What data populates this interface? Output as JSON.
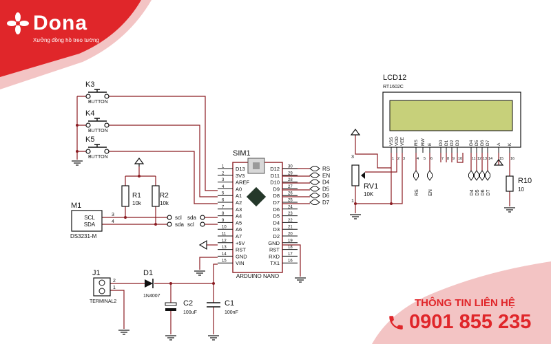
{
  "brand": {
    "name": "Dona",
    "tagline": "Xưởng đồng hồ treo tường",
    "colors": {
      "primary": "#e0262a",
      "accent_pink": "#f3c4c4"
    }
  },
  "contact": {
    "title": "THÔNG TIN LIÊN HỆ",
    "phone": "0901 855 235"
  },
  "colors": {
    "wire": "#8b1c22",
    "component": "#101010",
    "label": "#111111",
    "lcd_screen": "#c7d07a",
    "chip": "#25382a"
  },
  "schematic": {
    "buttons": [
      {
        "ref": "K3",
        "type": "BUTTON"
      },
      {
        "ref": "K4",
        "type": "BUTTON"
      },
      {
        "ref": "K5",
        "type": "BUTTON"
      }
    ],
    "resistors": [
      {
        "ref": "R1",
        "value": "10k"
      },
      {
        "ref": "R2",
        "value": "10k"
      },
      {
        "ref": "R10",
        "value": "10"
      }
    ],
    "rtc": {
      "ref": "M1",
      "part": "DS3231-M",
      "pins": [
        "SCL",
        "SDA"
      ],
      "pin_numbers": [
        "3",
        "4"
      ]
    },
    "bus_labels": {
      "left_top": "scl",
      "left_bottom": "sda",
      "right_top": "sda",
      "right_bottom": "scl"
    },
    "mcu": {
      "ref": "SIM1",
      "part": "ARDUINO NANO",
      "left_pins": [
        {
          "num": "1",
          "name": "D13"
        },
        {
          "num": "2",
          "name": "3V3"
        },
        {
          "num": "3",
          "name": "AREF"
        },
        {
          "num": "4",
          "name": "A0"
        },
        {
          "num": "5",
          "name": "A1"
        },
        {
          "num": "6",
          "name": "A2"
        },
        {
          "num": "7",
          "name": "A3"
        },
        {
          "num": "8",
          "name": "A4"
        },
        {
          "num": "9",
          "name": "A5"
        },
        {
          "num": "10",
          "name": "A6"
        },
        {
          "num": "11",
          "name": "A7"
        },
        {
          "num": "12",
          "name": "+5V"
        },
        {
          "num": "13",
          "name": "RST"
        },
        {
          "num": "14",
          "name": "GND"
        },
        {
          "num": "15",
          "name": "VIN"
        }
      ],
      "right_pins": [
        {
          "num": "30",
          "name": "D12"
        },
        {
          "num": "29",
          "name": "D11"
        },
        {
          "num": "28",
          "name": "D10"
        },
        {
          "num": "27",
          "name": "D9"
        },
        {
          "num": "26",
          "name": "D8"
        },
        {
          "num": "25",
          "name": "D7"
        },
        {
          "num": "24",
          "name": "D6"
        },
        {
          "num": "23",
          "name": "D5"
        },
        {
          "num": "22",
          "name": "D4"
        },
        {
          "num": "21",
          "name": "D3"
        },
        {
          "num": "20",
          "name": "D2"
        },
        {
          "num": "19",
          "name": "GND"
        },
        {
          "num": "18",
          "name": "RST"
        },
        {
          "num": "17",
          "name": "RXD"
        },
        {
          "num": "16",
          "name": "TX1"
        }
      ]
    },
    "mcu_net_labels": [
      "RS",
      "EN",
      "D4",
      "D5",
      "D6",
      "D7"
    ],
    "lcd": {
      "ref": "LCD12",
      "part": "RT1602C",
      "pins": [
        {
          "name": "VSS",
          "num": "1"
        },
        {
          "name": "VDD",
          "num": "2"
        },
        {
          "name": "VEE",
          "num": "3"
        },
        {
          "name": "RS",
          "num": "4"
        },
        {
          "name": "RW",
          "num": "5"
        },
        {
          "name": "E",
          "num": "6"
        },
        {
          "name": "D0",
          "num": "7"
        },
        {
          "name": "D1",
          "num": "8"
        },
        {
          "name": "D2",
          "num": "9"
        },
        {
          "name": "D3",
          "num": "10"
        },
        {
          "name": "D4",
          "num": "11"
        },
        {
          "name": "D5",
          "num": "12"
        },
        {
          "name": "D6",
          "num": "13"
        },
        {
          "name": "D7",
          "num": "14"
        },
        {
          "name": "A",
          "num": "15"
        },
        {
          "name": "K",
          "num": "16"
        }
      ]
    },
    "lcd_net_labels": [
      "RS",
      "EN",
      "D4",
      "D5",
      "D6",
      "D7"
    ],
    "pot": {
      "ref": "RV1",
      "value": "10K",
      "pins": [
        "3",
        "1"
      ]
    },
    "terminal": {
      "ref": "J1",
      "part": "TERMINAL2",
      "pins": [
        "2",
        "1"
      ]
    },
    "diode": {
      "ref": "D1",
      "part": "1N4007"
    },
    "capacitors": [
      {
        "ref": "C2",
        "value": "100uF"
      },
      {
        "ref": "C1",
        "value": "100nF"
      }
    ]
  }
}
